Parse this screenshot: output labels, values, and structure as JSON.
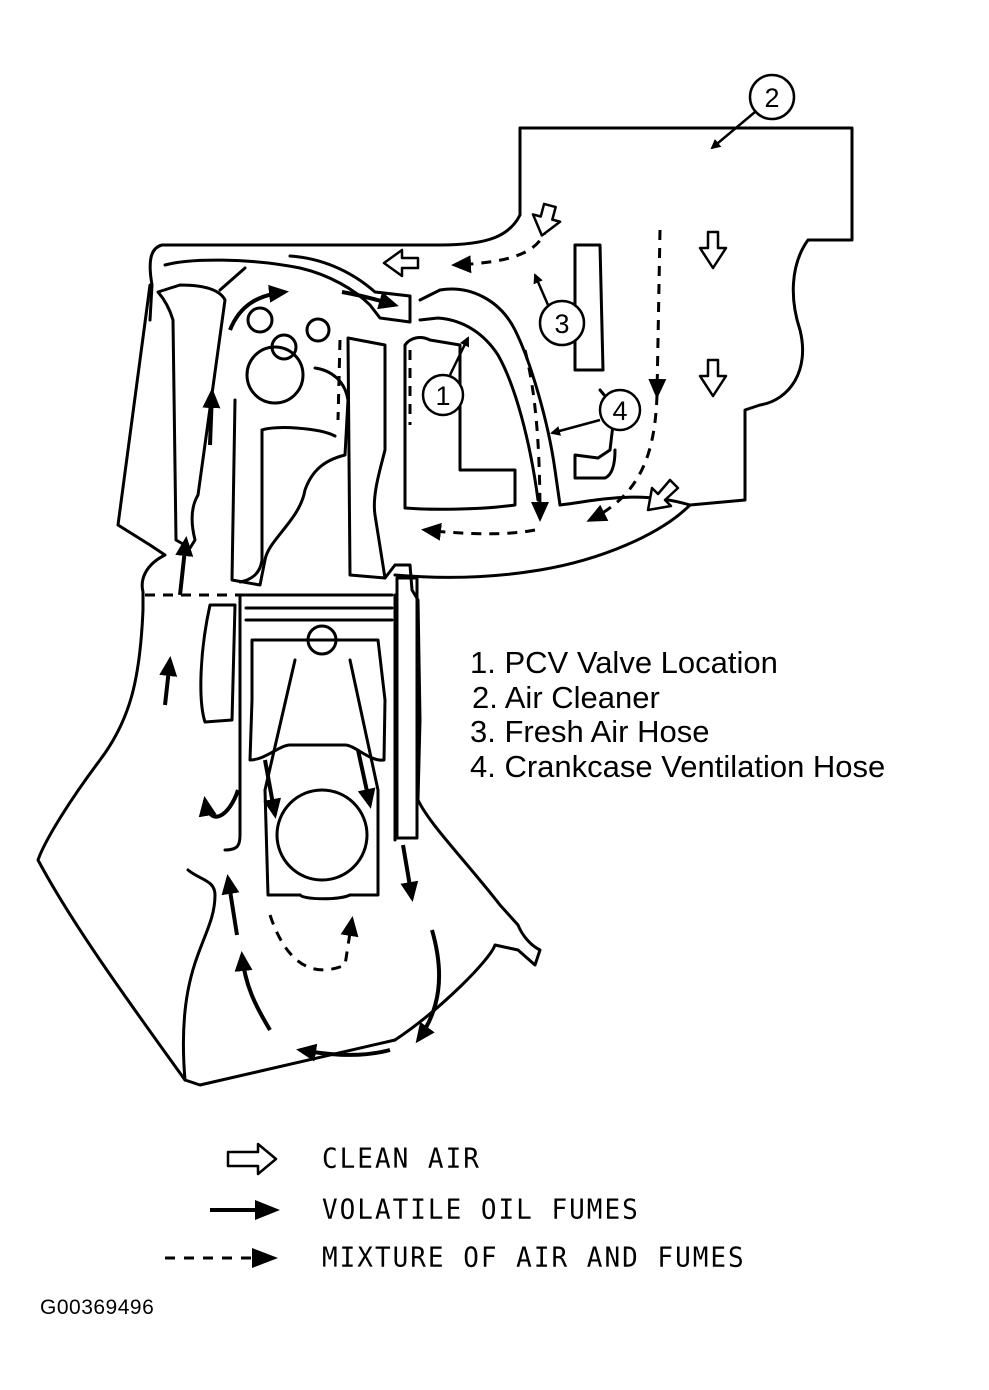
{
  "callouts": {
    "items": [
      {
        "num": "1",
        "label": "1.  PCV Valve Location"
      },
      {
        "num": "2",
        "label": "2.  Air Cleaner"
      },
      {
        "num": "3",
        "label": "3.  Fresh Air Hose"
      },
      {
        "num": "4",
        "label": "4. Crankcase Ventilation Hose"
      }
    ]
  },
  "legend": {
    "clean_air": "CLEAN AIR",
    "volatile_oil_fumes": "VOLATILE OIL FUMES",
    "mixture": "MIXTURE OF AIR AND FUMES"
  },
  "figure_id": "G00369496"
}
